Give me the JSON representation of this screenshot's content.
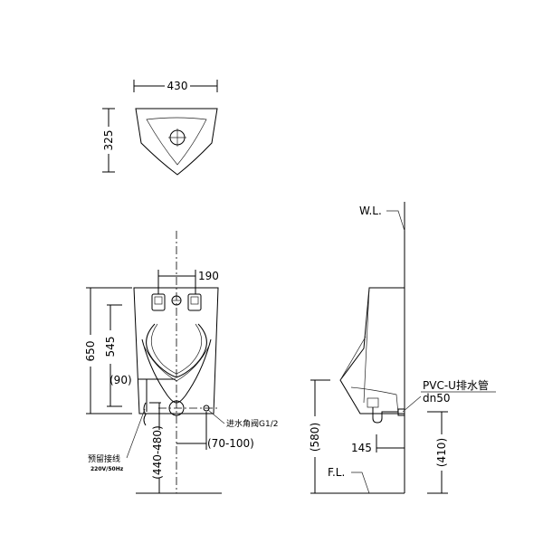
{
  "top_view": {
    "width_dim": "430",
    "depth_dim": "325"
  },
  "front_view": {
    "spacing_dim": "190",
    "height_dim": "650",
    "inner_height_dim": "545",
    "offset_dim": "(90)",
    "mount_height_dim": "(440-480)",
    "valve_offset_dim": "(70-100)",
    "valve_label": "进水角阀G1/2",
    "wiring_label": "预留接线",
    "wiring_spec": "220V/50Hz"
  },
  "side_view": {
    "wall_label": "W.L.",
    "floor_label": "F.L.",
    "drain_label": "PVC-U排水管",
    "drain_size": "dn50",
    "height_dim": "(580)",
    "projection_dim": "145",
    "drain_height_dim": "(410)"
  }
}
